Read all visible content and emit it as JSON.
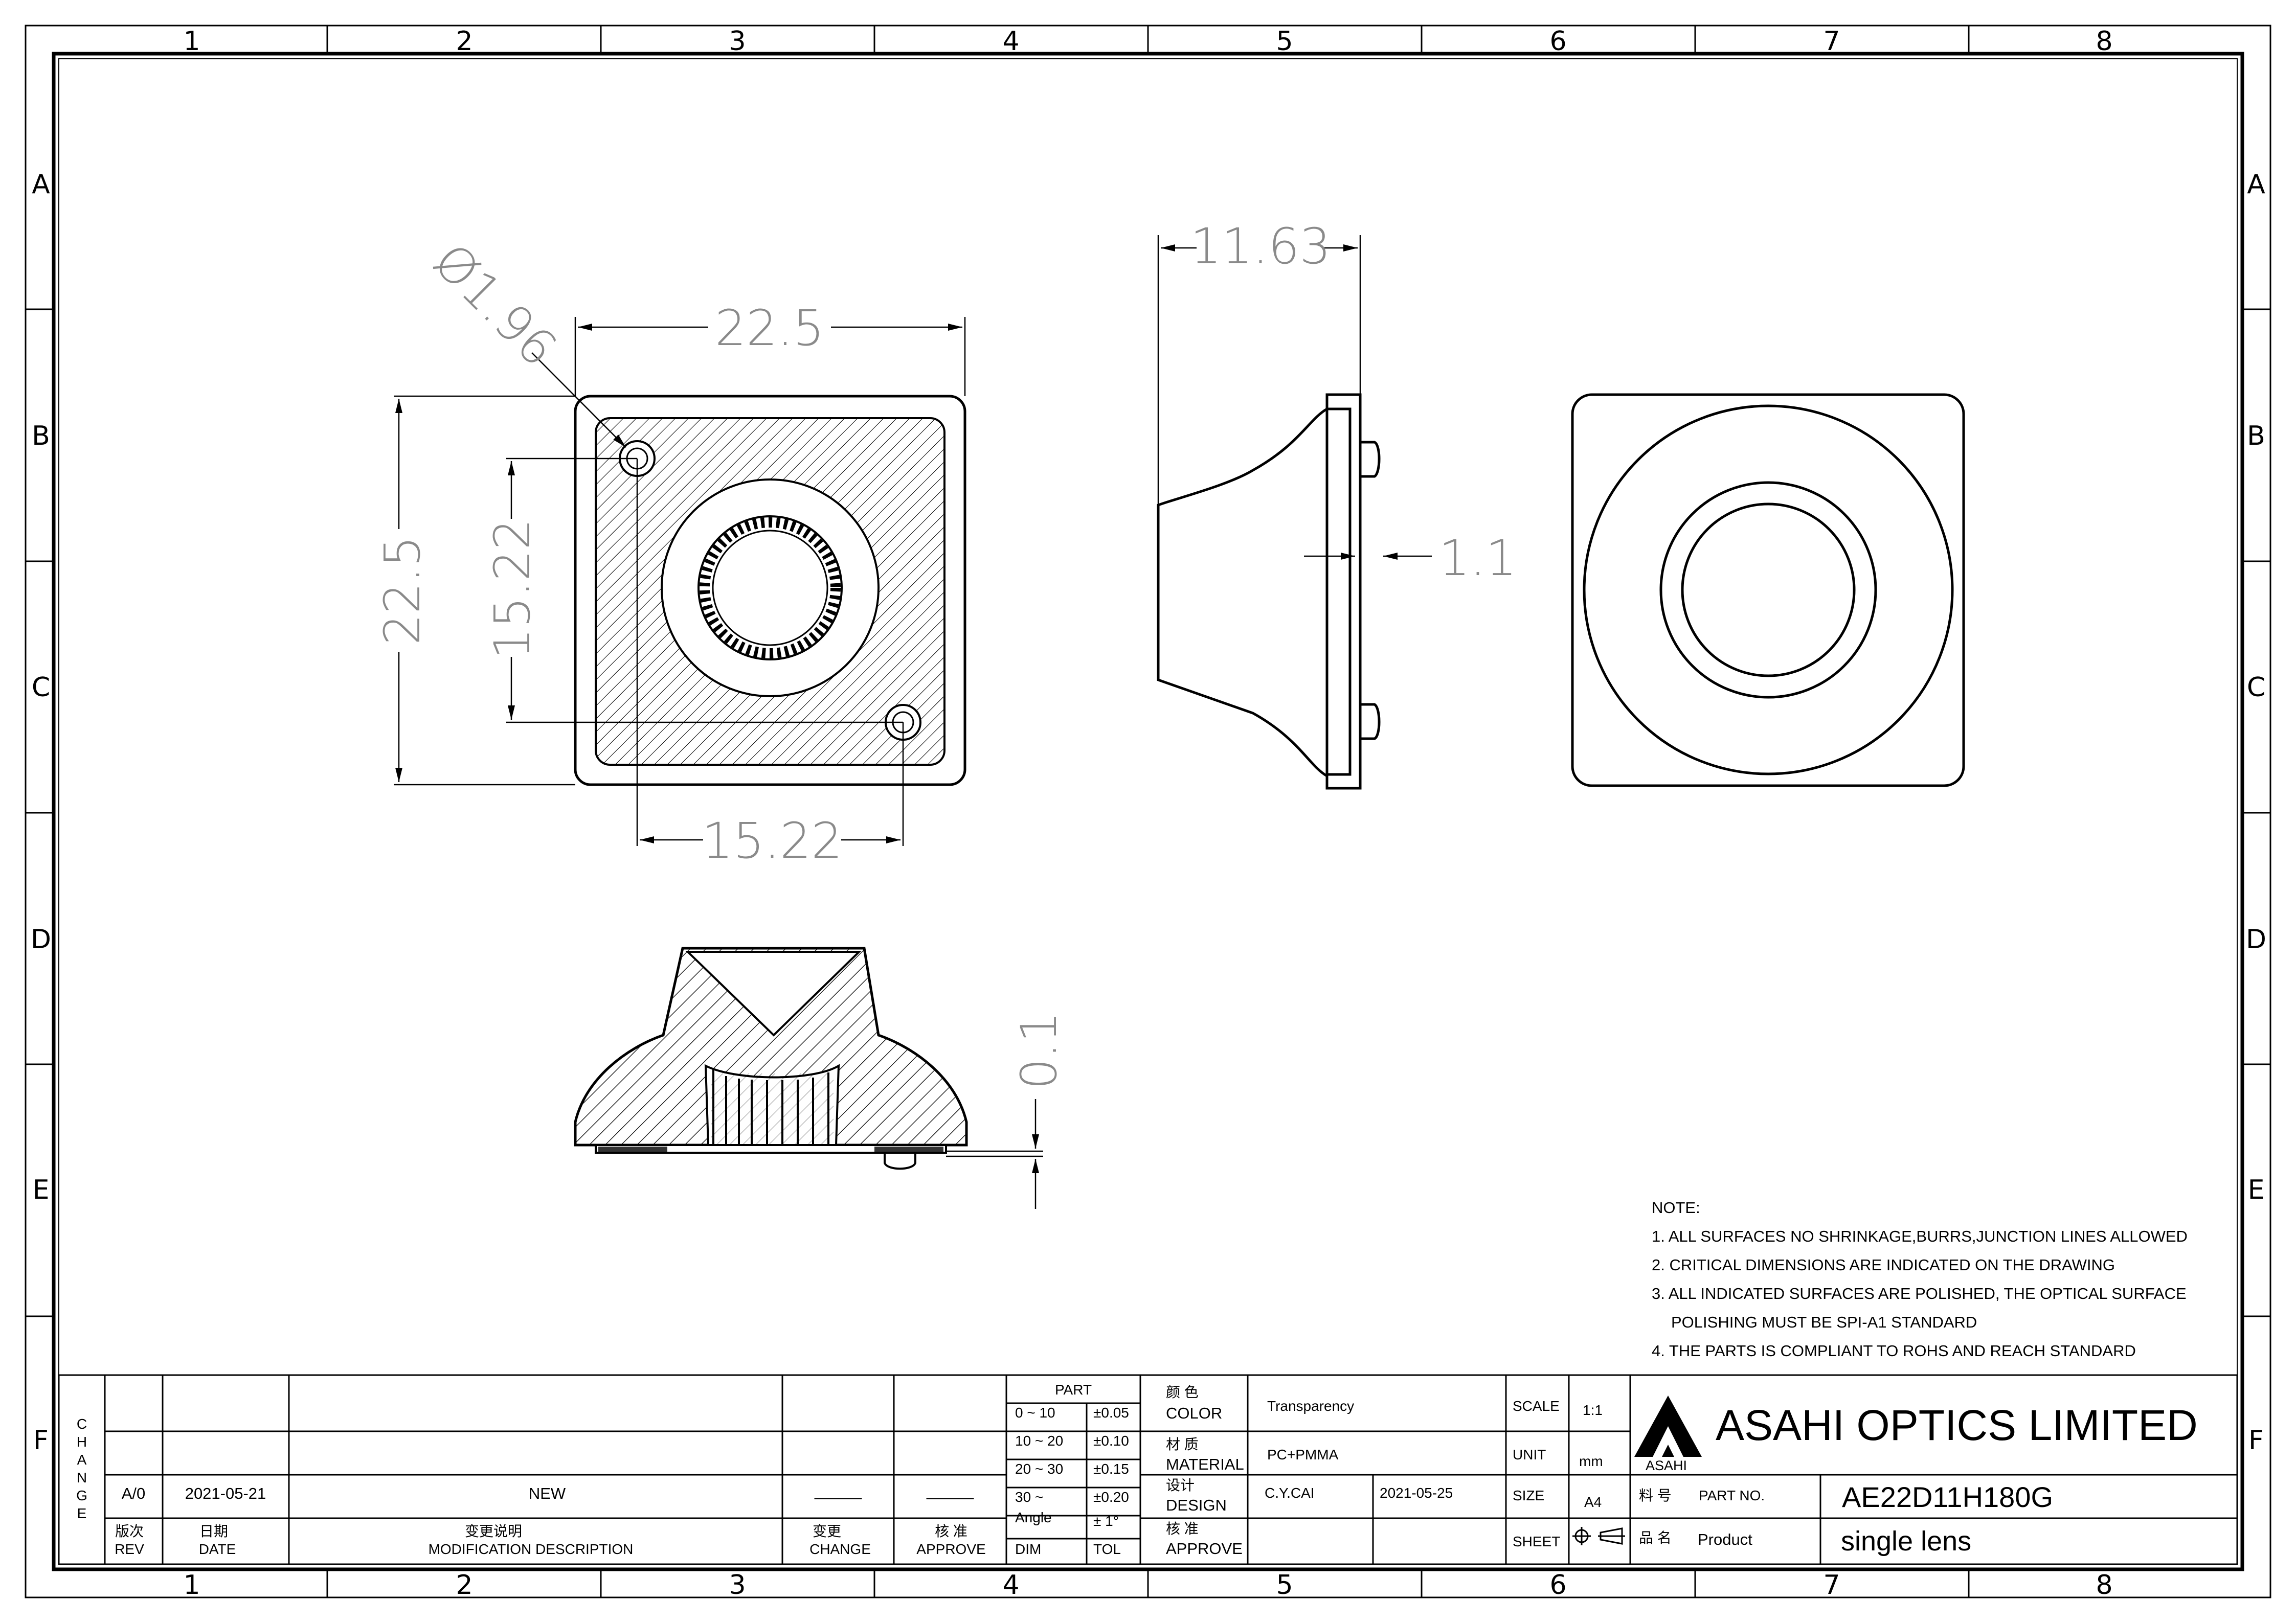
{
  "frame": {
    "columns": [
      "1",
      "2",
      "3",
      "4",
      "5",
      "6",
      "7",
      "8"
    ],
    "rows": [
      "A",
      "B",
      "C",
      "D",
      "E",
      "F"
    ]
  },
  "dimensions": {
    "hole_diameter": "Ø1.96",
    "width": "22.5",
    "height": "22.5",
    "hole_pitch_vertical": "15.22",
    "hole_pitch_horizontal": "15.22",
    "overall_depth": "11.63",
    "flange_thickness": "1.1",
    "bottom_gap": "0.1"
  },
  "notes": {
    "title": "NOTE:",
    "items": [
      "1. ALL SURFACES NO SHRINKAGE,BURRS,JUNCTION LINES ALLOWED",
      "2. CRITICAL DIMENSIONS ARE INDICATED ON THE DRAWING",
      "3. ALL INDICATED SURFACES ARE POLISHED, THE OPTICAL SURFACE",
      "POLISHING MUST BE SPI-A1 STANDARD",
      "4. THE PARTS IS COMPLIANT TO ROHS AND REACH STANDARD"
    ]
  },
  "title_block": {
    "change_label": "CHANGE",
    "revision": {
      "rev": "A/0",
      "date": "2021-05-21",
      "description": "NEW",
      "change": "———",
      "approve": "———"
    },
    "rev_header": {
      "cn": "版次",
      "en": "REV"
    },
    "date_header": {
      "cn": "日期",
      "en": "DATE"
    },
    "desc_header": {
      "cn": "变更说明",
      "en": "MODIFICATION DESCRIPTION"
    },
    "change_header": {
      "cn": "变更",
      "en": "CHANGE"
    },
    "approve_header": {
      "cn": "核 准",
      "en": "APPROVE"
    },
    "tolerance": {
      "title": "PART",
      "rows": [
        {
          "dim": "0 ~ 10",
          "tol": "±0.05"
        },
        {
          "dim": "10 ~ 20",
          "tol": "±0.10"
        },
        {
          "dim": "20 ~ 30",
          "tol": "±0.15"
        },
        {
          "dim": "30 ~",
          "tol": "±0.20"
        },
        {
          "dim": "Angle",
          "tol": "± 1°"
        }
      ],
      "dim_label": "DIM",
      "tol_label": "TOL"
    },
    "color": {
      "cn": "颜 色",
      "en": "COLOR",
      "value": "Transparency"
    },
    "material": {
      "cn": "材 质",
      "en": "MATERIAL",
      "value": "PC+PMMA"
    },
    "design": {
      "cn": "设计",
      "en": "DESIGN",
      "value": "C.Y.CAI",
      "date": "2021-05-25"
    },
    "approve": {
      "cn": "核 准",
      "en": "APPROVE"
    },
    "scale": {
      "label": "SCALE",
      "value": "1:1"
    },
    "unit": {
      "label": "UNIT",
      "value": "mm"
    },
    "size": {
      "label": "SIZE",
      "value": "A4"
    },
    "sheet": {
      "label": "SHEET"
    },
    "company": "ASAHI OPTICS LIMITED",
    "logo_text": "ASAHI",
    "part_no": {
      "cn": "料 号",
      "en": "PART NO.",
      "value": "AE22D11H180G"
    },
    "product": {
      "cn": "品 名",
      "en": "Product",
      "value": "single lens"
    }
  },
  "colors": {
    "line": "#000000",
    "dimension": "#8a8a8a",
    "background": "#ffffff"
  }
}
